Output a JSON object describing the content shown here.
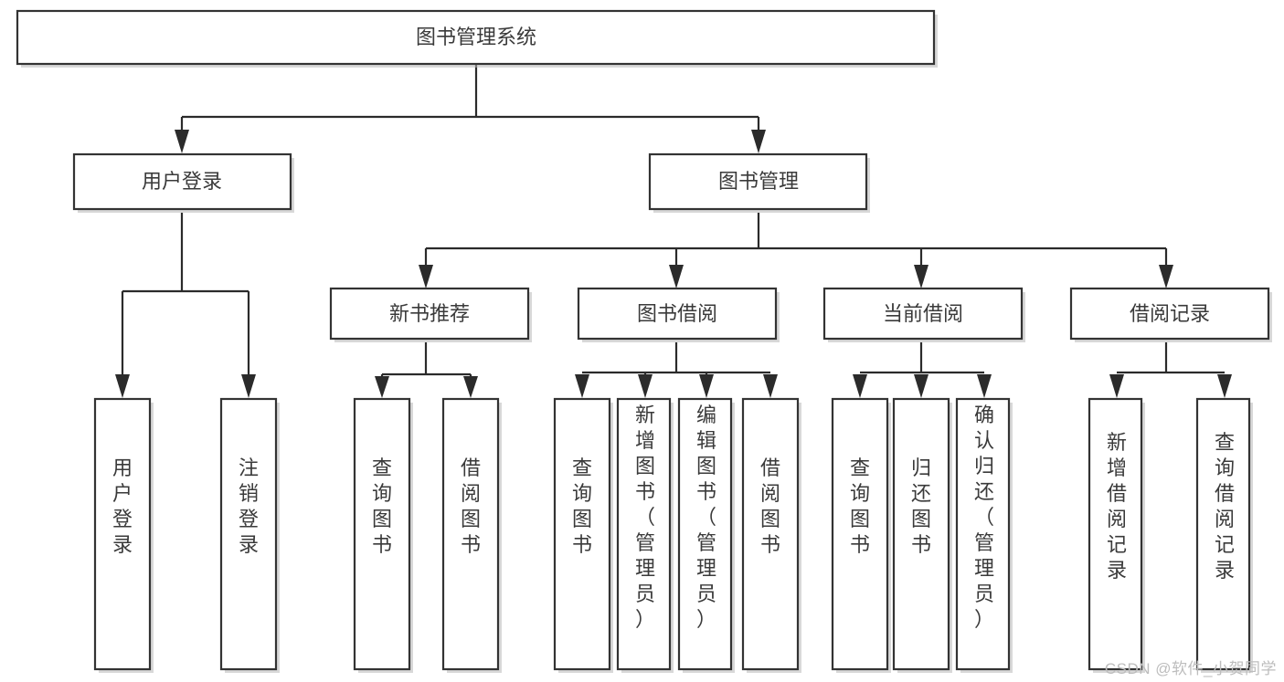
{
  "diagram": {
    "type": "tree-hierarchy",
    "title": "图书管理系统",
    "watermark": "CSDN @软件_小贺同学",
    "colors": {
      "background": "#ffffff",
      "box_fill": "#ffffff",
      "box_stroke": "#333333",
      "connector": "#2b2b2b",
      "text": "#3a3a3a",
      "watermark": "#bdbdbd"
    },
    "nodes": {
      "root": {
        "label": "图书管理系统",
        "orientation": "horizontal"
      },
      "level2": [
        {
          "label": "用户登录",
          "orientation": "horizontal"
        },
        {
          "label": "图书管理",
          "orientation": "horizontal"
        }
      ],
      "level3": [
        {
          "label": "新书推荐",
          "orientation": "horizontal"
        },
        {
          "label": "图书借阅",
          "orientation": "horizontal"
        },
        {
          "label": "当前借阅",
          "orientation": "horizontal"
        },
        {
          "label": "借阅记录",
          "orientation": "horizontal"
        }
      ],
      "leaves": {
        "user_login": [
          {
            "label": "用户登录",
            "orientation": "vertical"
          },
          {
            "label": "注销登录",
            "orientation": "vertical"
          }
        ],
        "new_book_recommend": [
          {
            "label": "查询图书",
            "orientation": "vertical"
          },
          {
            "label": "借阅图书",
            "orientation": "vertical"
          }
        ],
        "book_borrow": [
          {
            "label": "查询图书",
            "orientation": "vertical"
          },
          {
            "label": "新增图书（管理员）",
            "orientation": "vertical"
          },
          {
            "label": "编辑图书（管理员）",
            "orientation": "vertical"
          },
          {
            "label": "借阅图书",
            "orientation": "vertical"
          }
        ],
        "current_borrow": [
          {
            "label": "查询图书",
            "orientation": "vertical"
          },
          {
            "label": "归还图书",
            "orientation": "vertical"
          },
          {
            "label": "确认归还（管理员）",
            "orientation": "vertical"
          }
        ],
        "borrow_record": [
          {
            "label": "新增借阅记录",
            "orientation": "vertical"
          },
          {
            "label": "查询借阅记录",
            "orientation": "vertical"
          }
        ]
      }
    }
  }
}
